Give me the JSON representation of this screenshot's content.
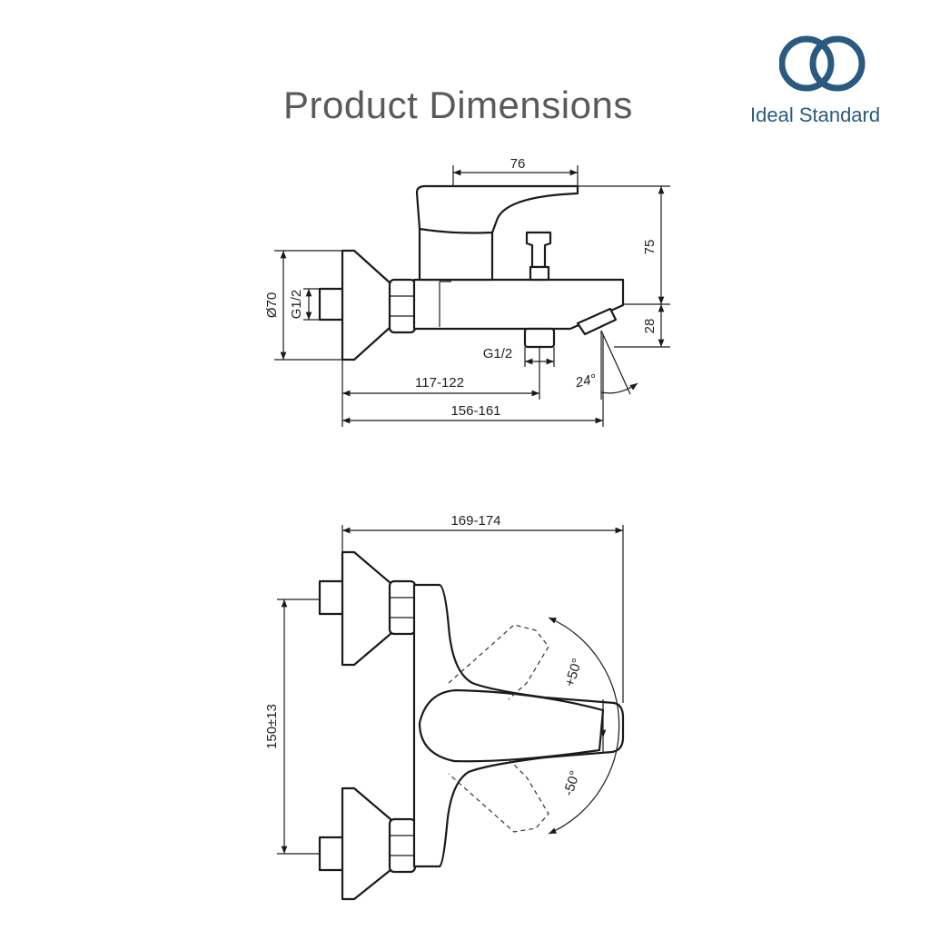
{
  "header": {
    "title": "Product Dimensions",
    "brand_name": "Ideal Standard",
    "brand_color": "#2b5a80"
  },
  "side_view": {
    "dims": {
      "top_width": "76",
      "height_upper": "75",
      "height_lower": "28",
      "diameter": "Ø70",
      "inlet_thread": "G1/2",
      "outlet_thread": "G1/2",
      "spout_angle": "24°",
      "depth_short": "117-122",
      "depth_long": "156-161"
    }
  },
  "top_view": {
    "dims": {
      "overall_width": "169-174",
      "centres": "150±13",
      "rotation_plus": "+50°",
      "rotation_minus": "-50°"
    }
  }
}
